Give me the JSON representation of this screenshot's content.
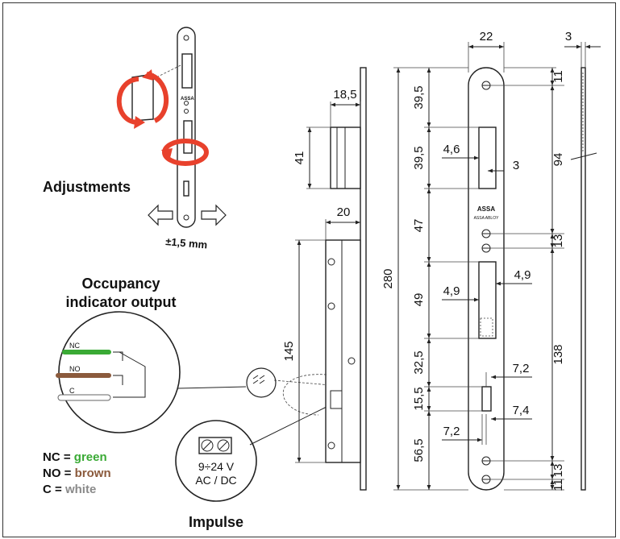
{
  "labels": {
    "adjustments": "Adjustments",
    "tolerance": "±1,5 mm",
    "occupancy_line1": "Occupancy",
    "occupancy_line2": "indicator output",
    "impulse": "Impulse",
    "voltage_line1": "9÷24 V",
    "voltage_line2": "AC / DC",
    "logo_text": "ASSA ABLOY"
  },
  "wires": [
    {
      "code": "NC",
      "name": "green",
      "color": "#3aaa35"
    },
    {
      "code": "NO",
      "name": "brown",
      "color": "#8b5a3c"
    },
    {
      "code": "C",
      "name": "white",
      "color": "#9a9a9a"
    }
  ],
  "legend": [
    {
      "code": "NC",
      "eq": " = ",
      "name": "green",
      "color": "#3aaa35"
    },
    {
      "code": "NO",
      "eq": " = ",
      "name": "brown",
      "color": "#8b5a3c"
    },
    {
      "code": "C",
      "eq": " = ",
      "name": "white",
      "color": "#8a8a8a"
    }
  ],
  "dimensions": {
    "side_depth": "18,5",
    "side_height": "41",
    "body_depth": "20",
    "body_height": "145",
    "total_height": "280",
    "faceplate_width": "22",
    "faceplate_thickness": "3",
    "top_to_hole": "11",
    "top_to_latch": "39,5",
    "latch_height": "39,5",
    "latch_offset": "4,6",
    "latch_gap": "3",
    "hole_to_holes": "94",
    "latch_to_deadbolt": "47",
    "holes_spacing_top": "13",
    "deadbolt_height": "49",
    "deadbolt_left": "4,9",
    "deadbolt_right": "4,9",
    "lower_span": "138",
    "deadbolt_to_slot": "32,5",
    "slot_height": "15,5",
    "slot_right_top": "7,2",
    "slot_right_bottom": "7,4",
    "slot_left": "7,2",
    "slot_to_bottom": "56,5",
    "holes_spacing_bottom": "13",
    "bottom_to_hole": "11"
  }
}
